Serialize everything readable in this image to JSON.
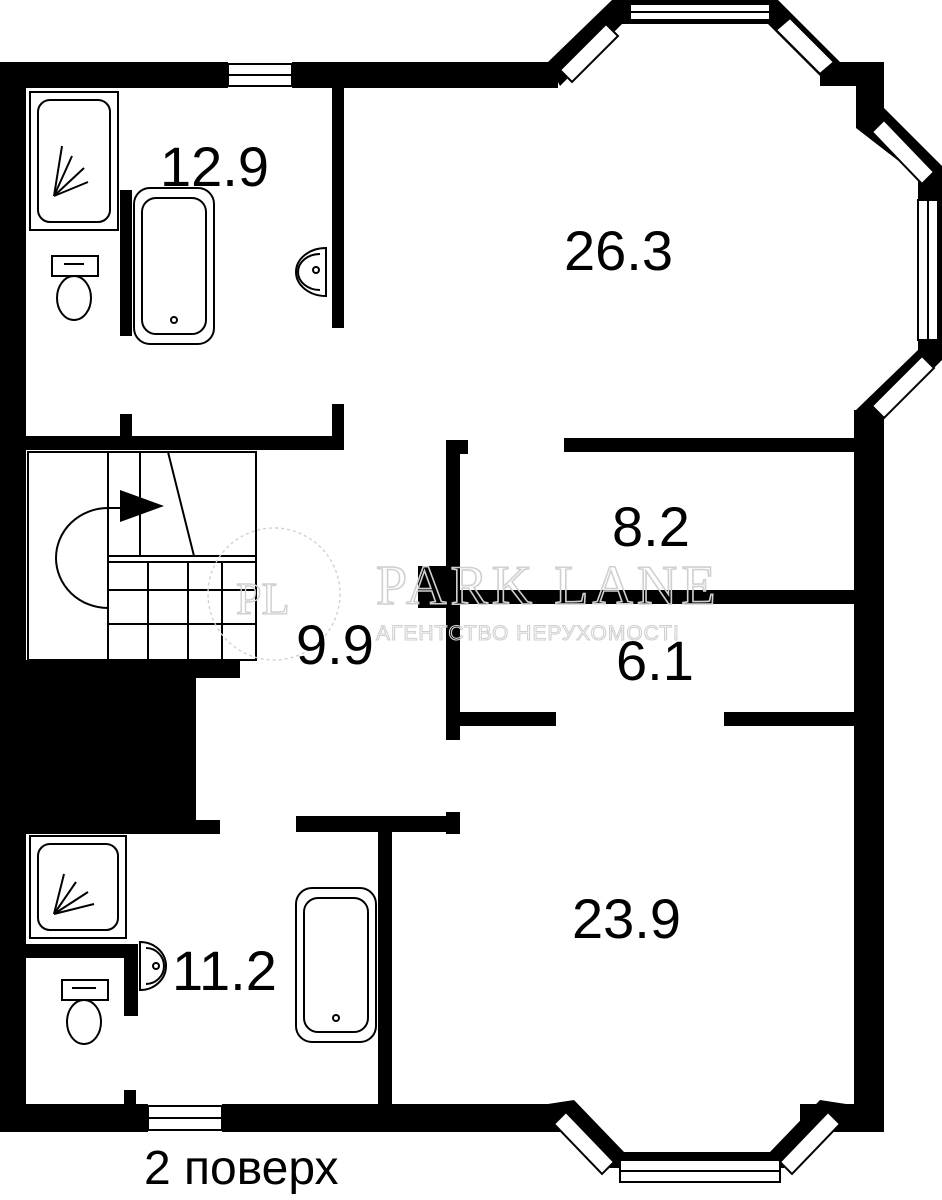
{
  "floor_label": "2 поверх",
  "rooms": [
    {
      "id": "bathroom-upper",
      "area": "12.9"
    },
    {
      "id": "bedroom-bay-top",
      "area": "26.3"
    },
    {
      "id": "room-8-2",
      "area": "8.2"
    },
    {
      "id": "room-6-1",
      "area": "6.1"
    },
    {
      "id": "hall",
      "area": "9.9"
    },
    {
      "id": "bathroom-lower",
      "area": "11.2"
    },
    {
      "id": "bedroom-bay-bottom",
      "area": "23.9"
    }
  ],
  "watermark": {
    "brand": "PARK LANE",
    "tagline": "АГЕНТСТВО НЕРУХОМОСТІ",
    "monogram": "PL"
  },
  "colors": {
    "wall": "#000000",
    "background": "#ffffff",
    "watermark": "#d0d0d0"
  }
}
